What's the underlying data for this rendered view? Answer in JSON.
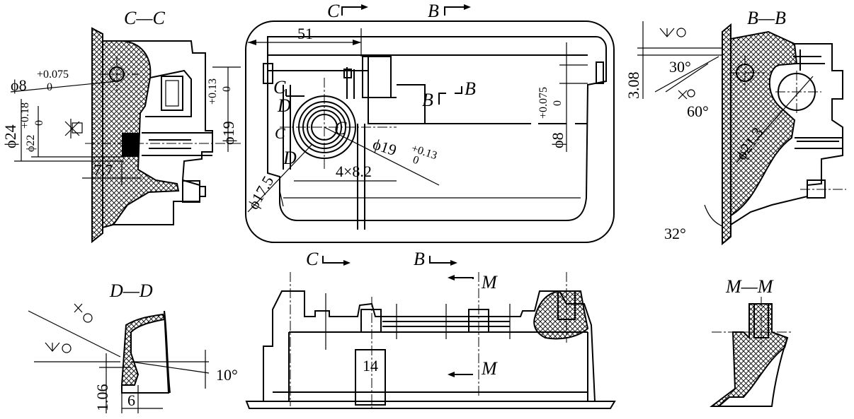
{
  "views": {
    "cc": {
      "title": "C—C"
    },
    "bb": {
      "title": "B—B"
    },
    "dd": {
      "title": "D—D"
    },
    "mm": {
      "title": "M—M"
    }
  },
  "section_marks": {
    "c_top": "C",
    "b_top": "B",
    "c_bottom": "C",
    "b_bottom": "B",
    "b_mid": "B",
    "b_mid2": "B",
    "c_left": "C",
    "c_left2": "C",
    "c_circle": "C",
    "d_upper": "D",
    "d_lower": "D",
    "m_upper": "M",
    "m_lower": "M"
  },
  "dimensions": {
    "cc_phi8": "ϕ8",
    "cc_phi8_upper_tol": "+0.075",
    "cc_phi8_lower_tol": "0",
    "cc_phi24": "ϕ24",
    "cc_phi22": "ϕ22",
    "cc_phi22_upper_tol": "+0.18",
    "cc_phi22_lower_tol": "0",
    "cc_phi19": "ϕ19",
    "cc_phi19_upper_tol": "+0.13",
    "cc_phi19_lower_tol": "0",
    "cc_7_7": "7.7",
    "top_51": "51",
    "top_phi19": "ϕ19",
    "top_phi19_upper_tol": "+0.13",
    "top_phi19_lower_tol": "0",
    "top_4x8_2": "4×8.2",
    "top_phi17_5": "ϕ17.5",
    "top_phi8": "ϕ8",
    "top_phi8_upper_tol": "+0.075",
    "top_phi8_lower_tol": "0",
    "bb_3_08": "3.08",
    "bb_30": "30°",
    "bb_60": "60°",
    "bb_phi21_3": "ϕ21.3",
    "bb_32": "32°",
    "dd_1_06": "1.06",
    "dd_6": "6",
    "dd_10": "10°",
    "front_14": "14"
  }
}
